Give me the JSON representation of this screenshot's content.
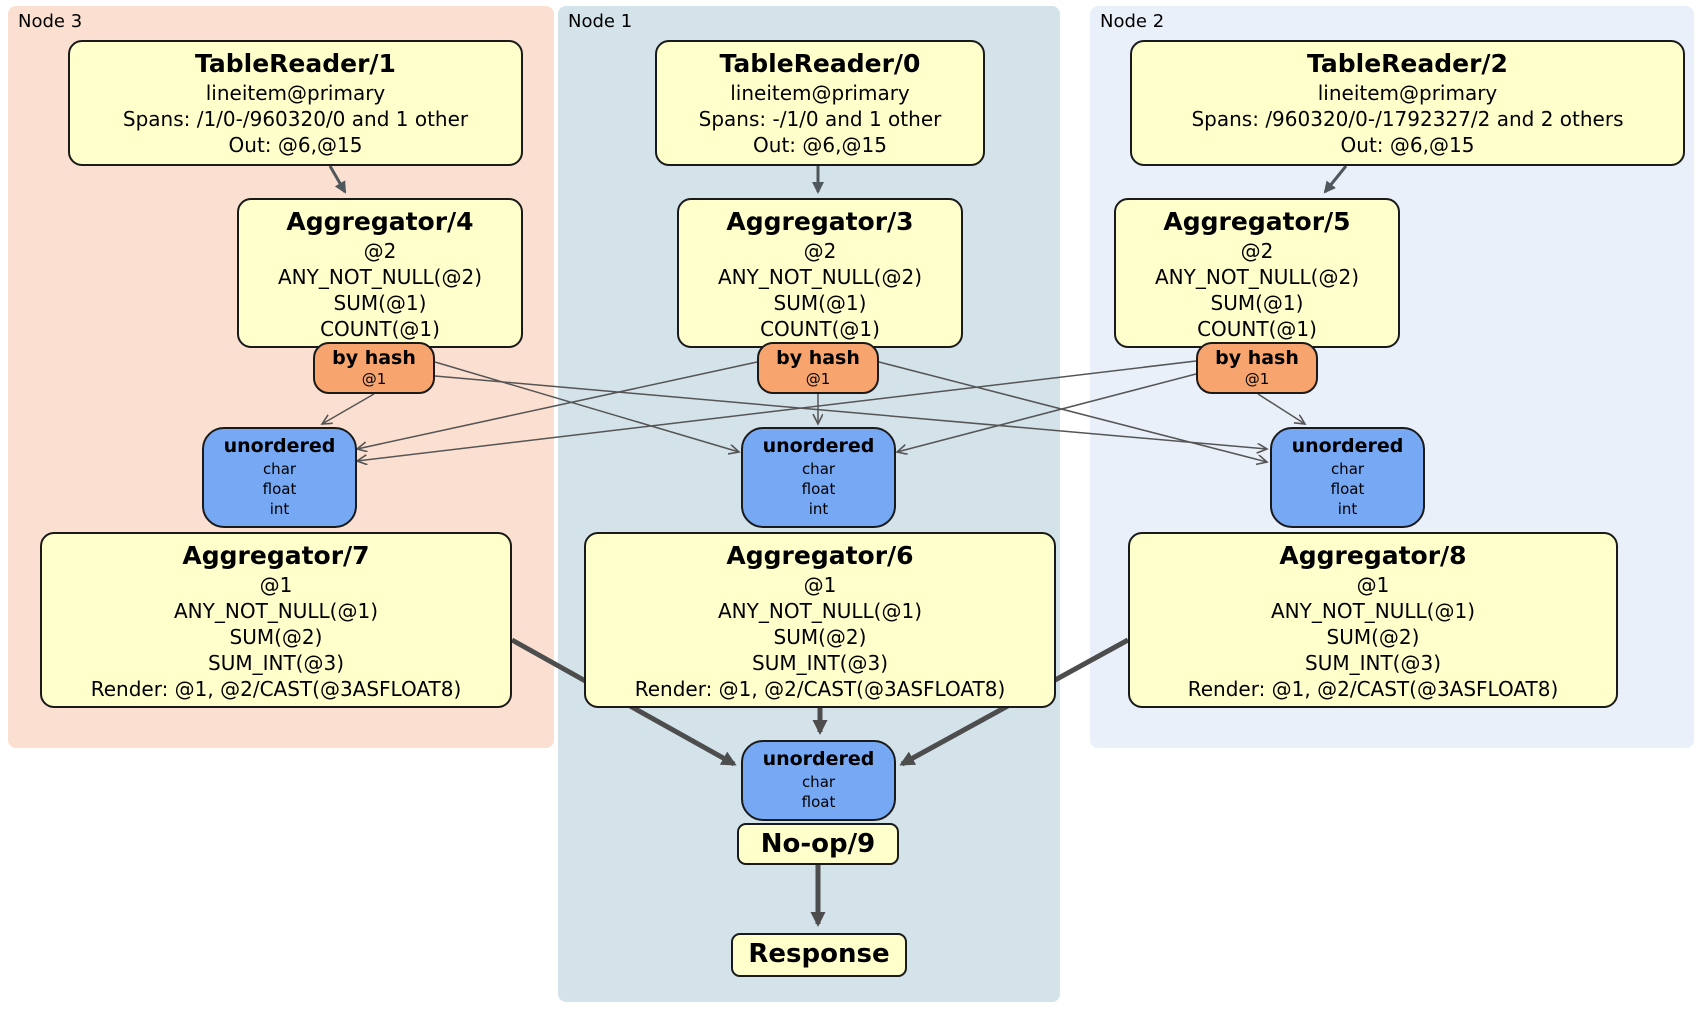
{
  "panels": [
    {
      "id": "node3",
      "label": "Node 3",
      "color": "#fbe0d2"
    },
    {
      "id": "node1",
      "label": "Node 1",
      "color": "#d4e2ea"
    },
    {
      "id": "node2",
      "label": "Node 2",
      "color": "#eaf0fa"
    }
  ],
  "colors": {
    "processor_fill": "#ffffcc",
    "router_fill": "#f7a46e",
    "sync_fill": "#76a8f4",
    "edge_thin": "#555555",
    "edge_thick": "#4d4d4d",
    "border": "#1a1a1a",
    "background": "#ffffff"
  },
  "boxes": {
    "tr1": {
      "title": "TableReader/1",
      "lines": [
        "lineitem@primary",
        "Spans: /1/0-/960320/0 and 1 other",
        "Out: @6,@15"
      ]
    },
    "tr0": {
      "title": "TableReader/0",
      "lines": [
        "lineitem@primary",
        "Spans: -/1/0 and 1 other",
        "Out: @6,@15"
      ]
    },
    "tr2": {
      "title": "TableReader/2",
      "lines": [
        "lineitem@primary",
        "Spans: /960320/0-/1792327/2 and 2 others",
        "Out: @6,@15"
      ]
    },
    "agg4": {
      "title": "Aggregator/4",
      "lines": [
        "@2",
        "ANY_NOT_NULL(@2)",
        "SUM(@1)",
        "COUNT(@1)"
      ]
    },
    "agg3": {
      "title": "Aggregator/3",
      "lines": [
        "@2",
        "ANY_NOT_NULL(@2)",
        "SUM(@1)",
        "COUNT(@1)"
      ]
    },
    "agg5": {
      "title": "Aggregator/5",
      "lines": [
        "@2",
        "ANY_NOT_NULL(@2)",
        "SUM(@1)",
        "COUNT(@1)"
      ]
    },
    "router3": {
      "title": "by hash",
      "lines": [
        "@1"
      ]
    },
    "router1": {
      "title": "by hash",
      "lines": [
        "@1"
      ]
    },
    "router2": {
      "title": "by hash",
      "lines": [
        "@1"
      ]
    },
    "sync3": {
      "title": "unordered",
      "lines": [
        "char",
        "float",
        "int"
      ]
    },
    "sync1": {
      "title": "unordered",
      "lines": [
        "char",
        "float",
        "int"
      ]
    },
    "sync2": {
      "title": "unordered",
      "lines": [
        "char",
        "float",
        "int"
      ]
    },
    "agg7": {
      "title": "Aggregator/7",
      "lines": [
        "@1",
        "ANY_NOT_NULL(@1)",
        "SUM(@2)",
        "SUM_INT(@3)",
        "Render: @1, @2/CAST(@3ASFLOAT8)"
      ]
    },
    "agg6": {
      "title": "Aggregator/6",
      "lines": [
        "@1",
        "ANY_NOT_NULL(@1)",
        "SUM(@2)",
        "SUM_INT(@3)",
        "Render: @1, @2/CAST(@3ASFLOAT8)"
      ]
    },
    "agg8": {
      "title": "Aggregator/8",
      "lines": [
        "@1",
        "ANY_NOT_NULL(@1)",
        "SUM(@2)",
        "SUM_INT(@3)",
        "Render: @1, @2/CAST(@3ASFLOAT8)"
      ]
    },
    "syncFinal": {
      "title": "unordered",
      "lines": [
        "char",
        "float"
      ]
    },
    "noop": {
      "title": "No-op/9"
    },
    "response": {
      "title": "Response"
    }
  }
}
